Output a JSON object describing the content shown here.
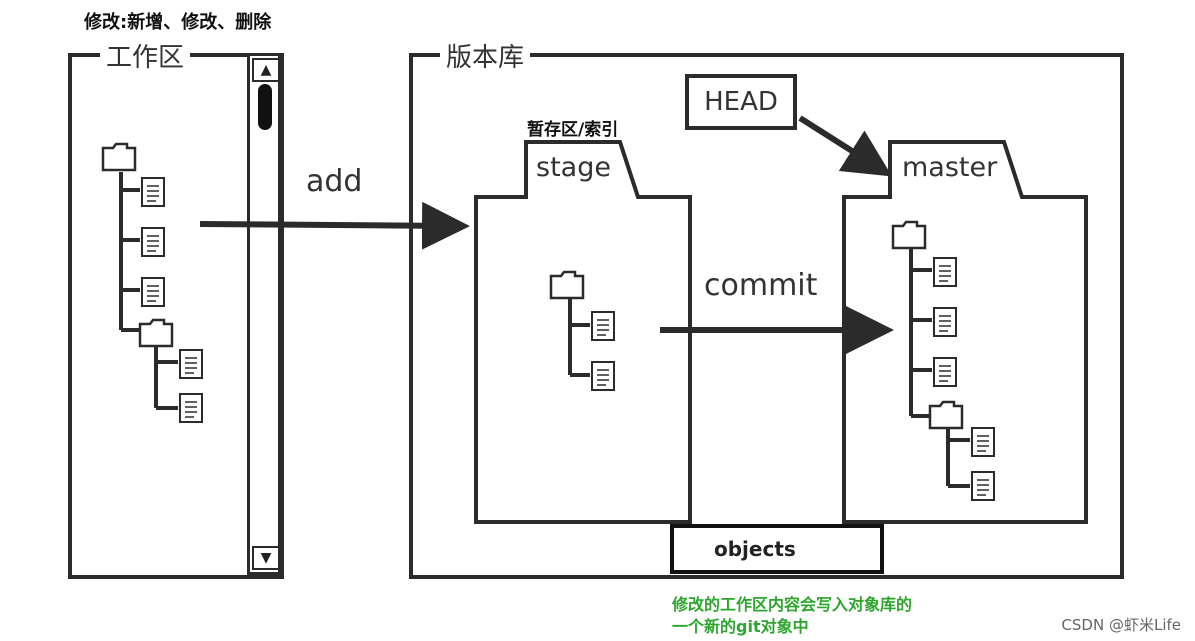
{
  "top_note": "修改:新增、修改、删除",
  "workspace": {
    "label": "工作区"
  },
  "repository": {
    "label": "版本库"
  },
  "stage": {
    "caption": "暂存区/索引",
    "tab_label": "stage"
  },
  "master": {
    "tab_label": "master"
  },
  "head": {
    "label": "HEAD"
  },
  "actions": {
    "add": "add",
    "commit": "commit"
  },
  "objects": {
    "label": "objects"
  },
  "note": {
    "line1": "修改的工作区内容会写入对象库的",
    "line2": "一个新的git对象中"
  },
  "watermark": "CSDN @虾米Life"
}
